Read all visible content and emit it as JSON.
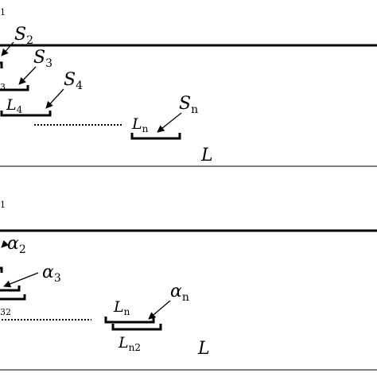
{
  "top_panel": {
    "cut_label_top": "1",
    "S2": {
      "base": "S",
      "sub": "2"
    },
    "S3": {
      "base": "S",
      "sub": "3"
    },
    "S4": {
      "base": "S",
      "sub": "4"
    },
    "Sn": {
      "base": "S",
      "sub": "n"
    },
    "cut_label_left": "3",
    "L4": {
      "base": "L",
      "sub": "4"
    },
    "Ln": {
      "base": "L",
      "sub": "n"
    },
    "L": "L"
  },
  "bottom_panel": {
    "cut_label_top": "1",
    "alpha2": {
      "base": "α",
      "sub": "2"
    },
    "alpha3": {
      "base": "α",
      "sub": "3"
    },
    "alphan": {
      "base": "α",
      "sub": "n"
    },
    "cut_label_left": "32",
    "Ln": {
      "base": "L",
      "sub": "n"
    },
    "Ln2": {
      "base": "L",
      "sub": "n2"
    },
    "L": "L"
  }
}
